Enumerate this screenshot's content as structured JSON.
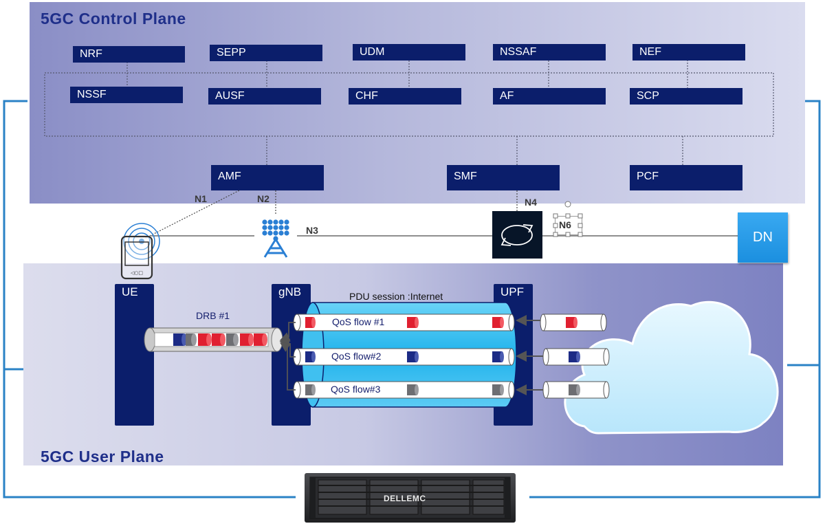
{
  "control_plane": {
    "title": "5GC Control Plane",
    "functions_top": [
      "NRF",
      "SEPP",
      "UDM",
      "NSSAF",
      "NEF"
    ],
    "functions_mid": [
      "NSSF",
      "AUSF",
      "CHF",
      "AF",
      "SCP"
    ],
    "functions_bottom": [
      "AMF",
      "SMF",
      "PCF"
    ]
  },
  "interfaces": {
    "n1": "N1",
    "n2": "N2",
    "n3": "N3",
    "n4": "N4",
    "n6": "N6"
  },
  "dn": {
    "label": "DN"
  },
  "user_plane": {
    "title": "5GC User Plane",
    "ue": "UE",
    "gnb": "gNB",
    "upf": "UPF",
    "drb": "DRB #1",
    "pdu_session": "PDU session :Internet",
    "flows": [
      "QoS flow #1",
      "QoS flow#2",
      "QoS flow#3"
    ]
  },
  "server": {
    "brand": "DELLEMC"
  },
  "colors": {
    "nf": "#0b1e6b",
    "red": "#e02030",
    "navy": "#1c2b85",
    "gray": "#6d6e72",
    "tunnel": "#26b8f0",
    "link": "#2a82c6",
    "title": "#1f2f8a"
  }
}
